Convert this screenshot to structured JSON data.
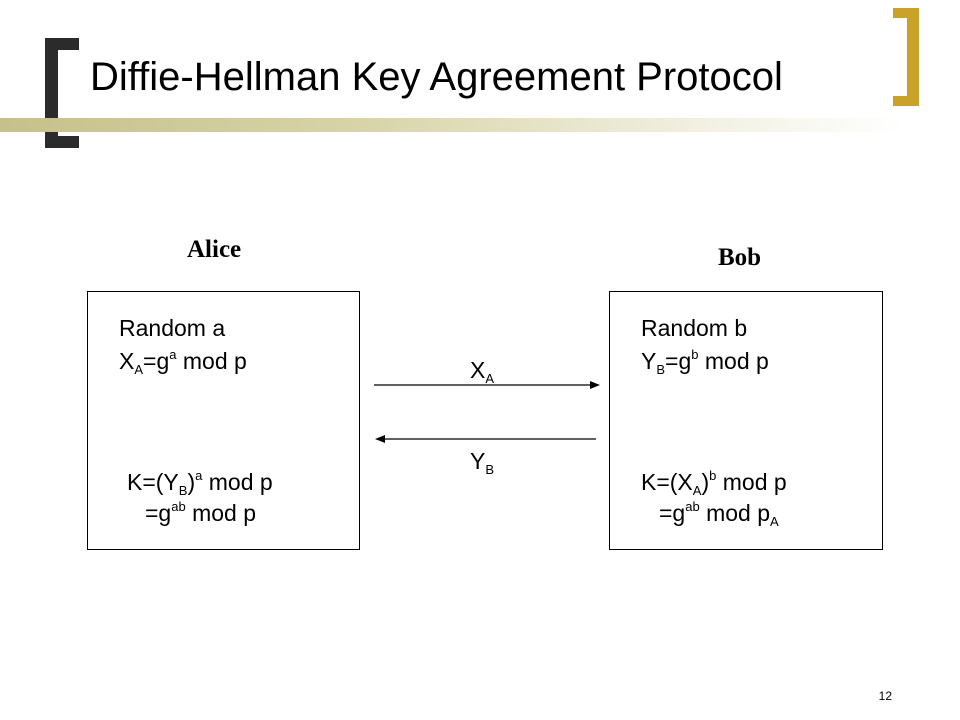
{
  "slide": {
    "title": "Diffie-Hellman Key Agreement Protocol",
    "page_number": "12"
  },
  "alice": {
    "name": "Alice",
    "line1": "Random a",
    "line2_var": "X",
    "line2_sub": "A",
    "line2_mid": "=g",
    "line2_sup": "a",
    "line2_tail": " mod p",
    "line3_a": "K=(Y",
    "line3_sub": "B",
    "line3_b": ")",
    "line3_sup": "a",
    "line3_tail": " mod p",
    "line4_a": "=g",
    "line4_sup": "ab",
    "line4_tail": " mod p"
  },
  "bob": {
    "name": "Bob",
    "line1": "Random b",
    "line2_var": "Y",
    "line2_sub": "B",
    "line2_mid": "=g",
    "line2_sup": "b",
    "line2_tail": " mod p",
    "line3_a": "K=(X",
    "line3_sub": "A",
    "line3_b": ")",
    "line3_sup": "b",
    "line3_tail": " mod p",
    "line4_a": "=g",
    "line4_sup": "ab",
    "line4_tail": " mod p",
    "line4_sub": "A"
  },
  "messages": {
    "to_bob_var": "X",
    "to_bob_sub": "A",
    "to_alice_var": "Y",
    "to_alice_sub": "B"
  },
  "colors": {
    "bracket_dark": "#2b2b2b",
    "bracket_gold": "#c9a227",
    "bar_start": "#c6c08a"
  }
}
